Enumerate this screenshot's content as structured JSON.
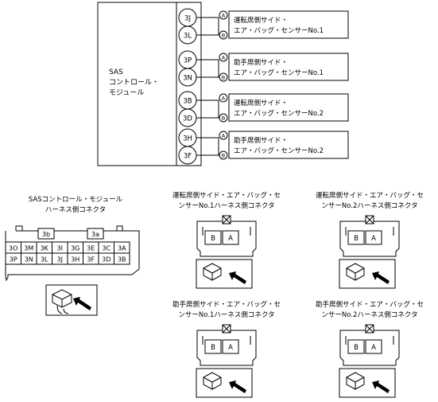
{
  "module": {
    "label_lines": [
      "SAS",
      "コントロール・",
      "モジュール"
    ],
    "pin_groups": [
      {
        "pins": [
          "3J",
          "3L"
        ],
        "sensor_lines": [
          "運転席側サイド・",
          "エア・バッグ・センサーNo.1"
        ]
      },
      {
        "pins": [
          "3P",
          "3N"
        ],
        "sensor_lines": [
          "助手席側サイド・",
          "エア・バッグ・センサーNo.1"
        ]
      },
      {
        "pins": [
          "3B",
          "3D"
        ],
        "sensor_lines": [
          "運転席側サイド・",
          "エア・バッグ・センサーNo.2"
        ]
      },
      {
        "pins": [
          "3H",
          "3F"
        ],
        "sensor_lines": [
          "助手席側サイド・",
          "エア・バッグ・センサーNo.2"
        ]
      }
    ],
    "terminal_marks": [
      "A",
      "B"
    ]
  },
  "harness_connector": {
    "title_lines": [
      "SASコントロール・モジュール",
      "ハーネス側コネクタ"
    ],
    "top_labels": [
      "3b",
      "3a"
    ],
    "row1": [
      "3O",
      "3M",
      "3K",
      "3I",
      "3G",
      "3E",
      "3C",
      "3A"
    ],
    "row2": [
      "3P",
      "3N",
      "3L",
      "3J",
      "3H",
      "3F",
      "3D",
      "3B"
    ]
  },
  "sensor_connectors": [
    {
      "title_lines": [
        "運転席側サイド・エア・バッグ・セ",
        "ンサーNo.1ハーネス側コネクタ"
      ],
      "pins": [
        "B",
        "A"
      ]
    },
    {
      "title_lines": [
        "運転席側サイド・エア・バッグ・セ",
        "ンサーNo.2ハーネス側コネクタ"
      ],
      "pins": [
        "B",
        "A"
      ]
    },
    {
      "title_lines": [
        "助手席側サイド・エア・バッグ・セ",
        "ンサーNo.1ハーネス側コネクタ"
      ],
      "pins": [
        "B",
        "A"
      ]
    },
    {
      "title_lines": [
        "助手席側サイド・エア・バッグ・セ",
        "ンサーNo.2ハーネス側コネクタ"
      ],
      "pins": [
        "B",
        "A"
      ]
    }
  ]
}
